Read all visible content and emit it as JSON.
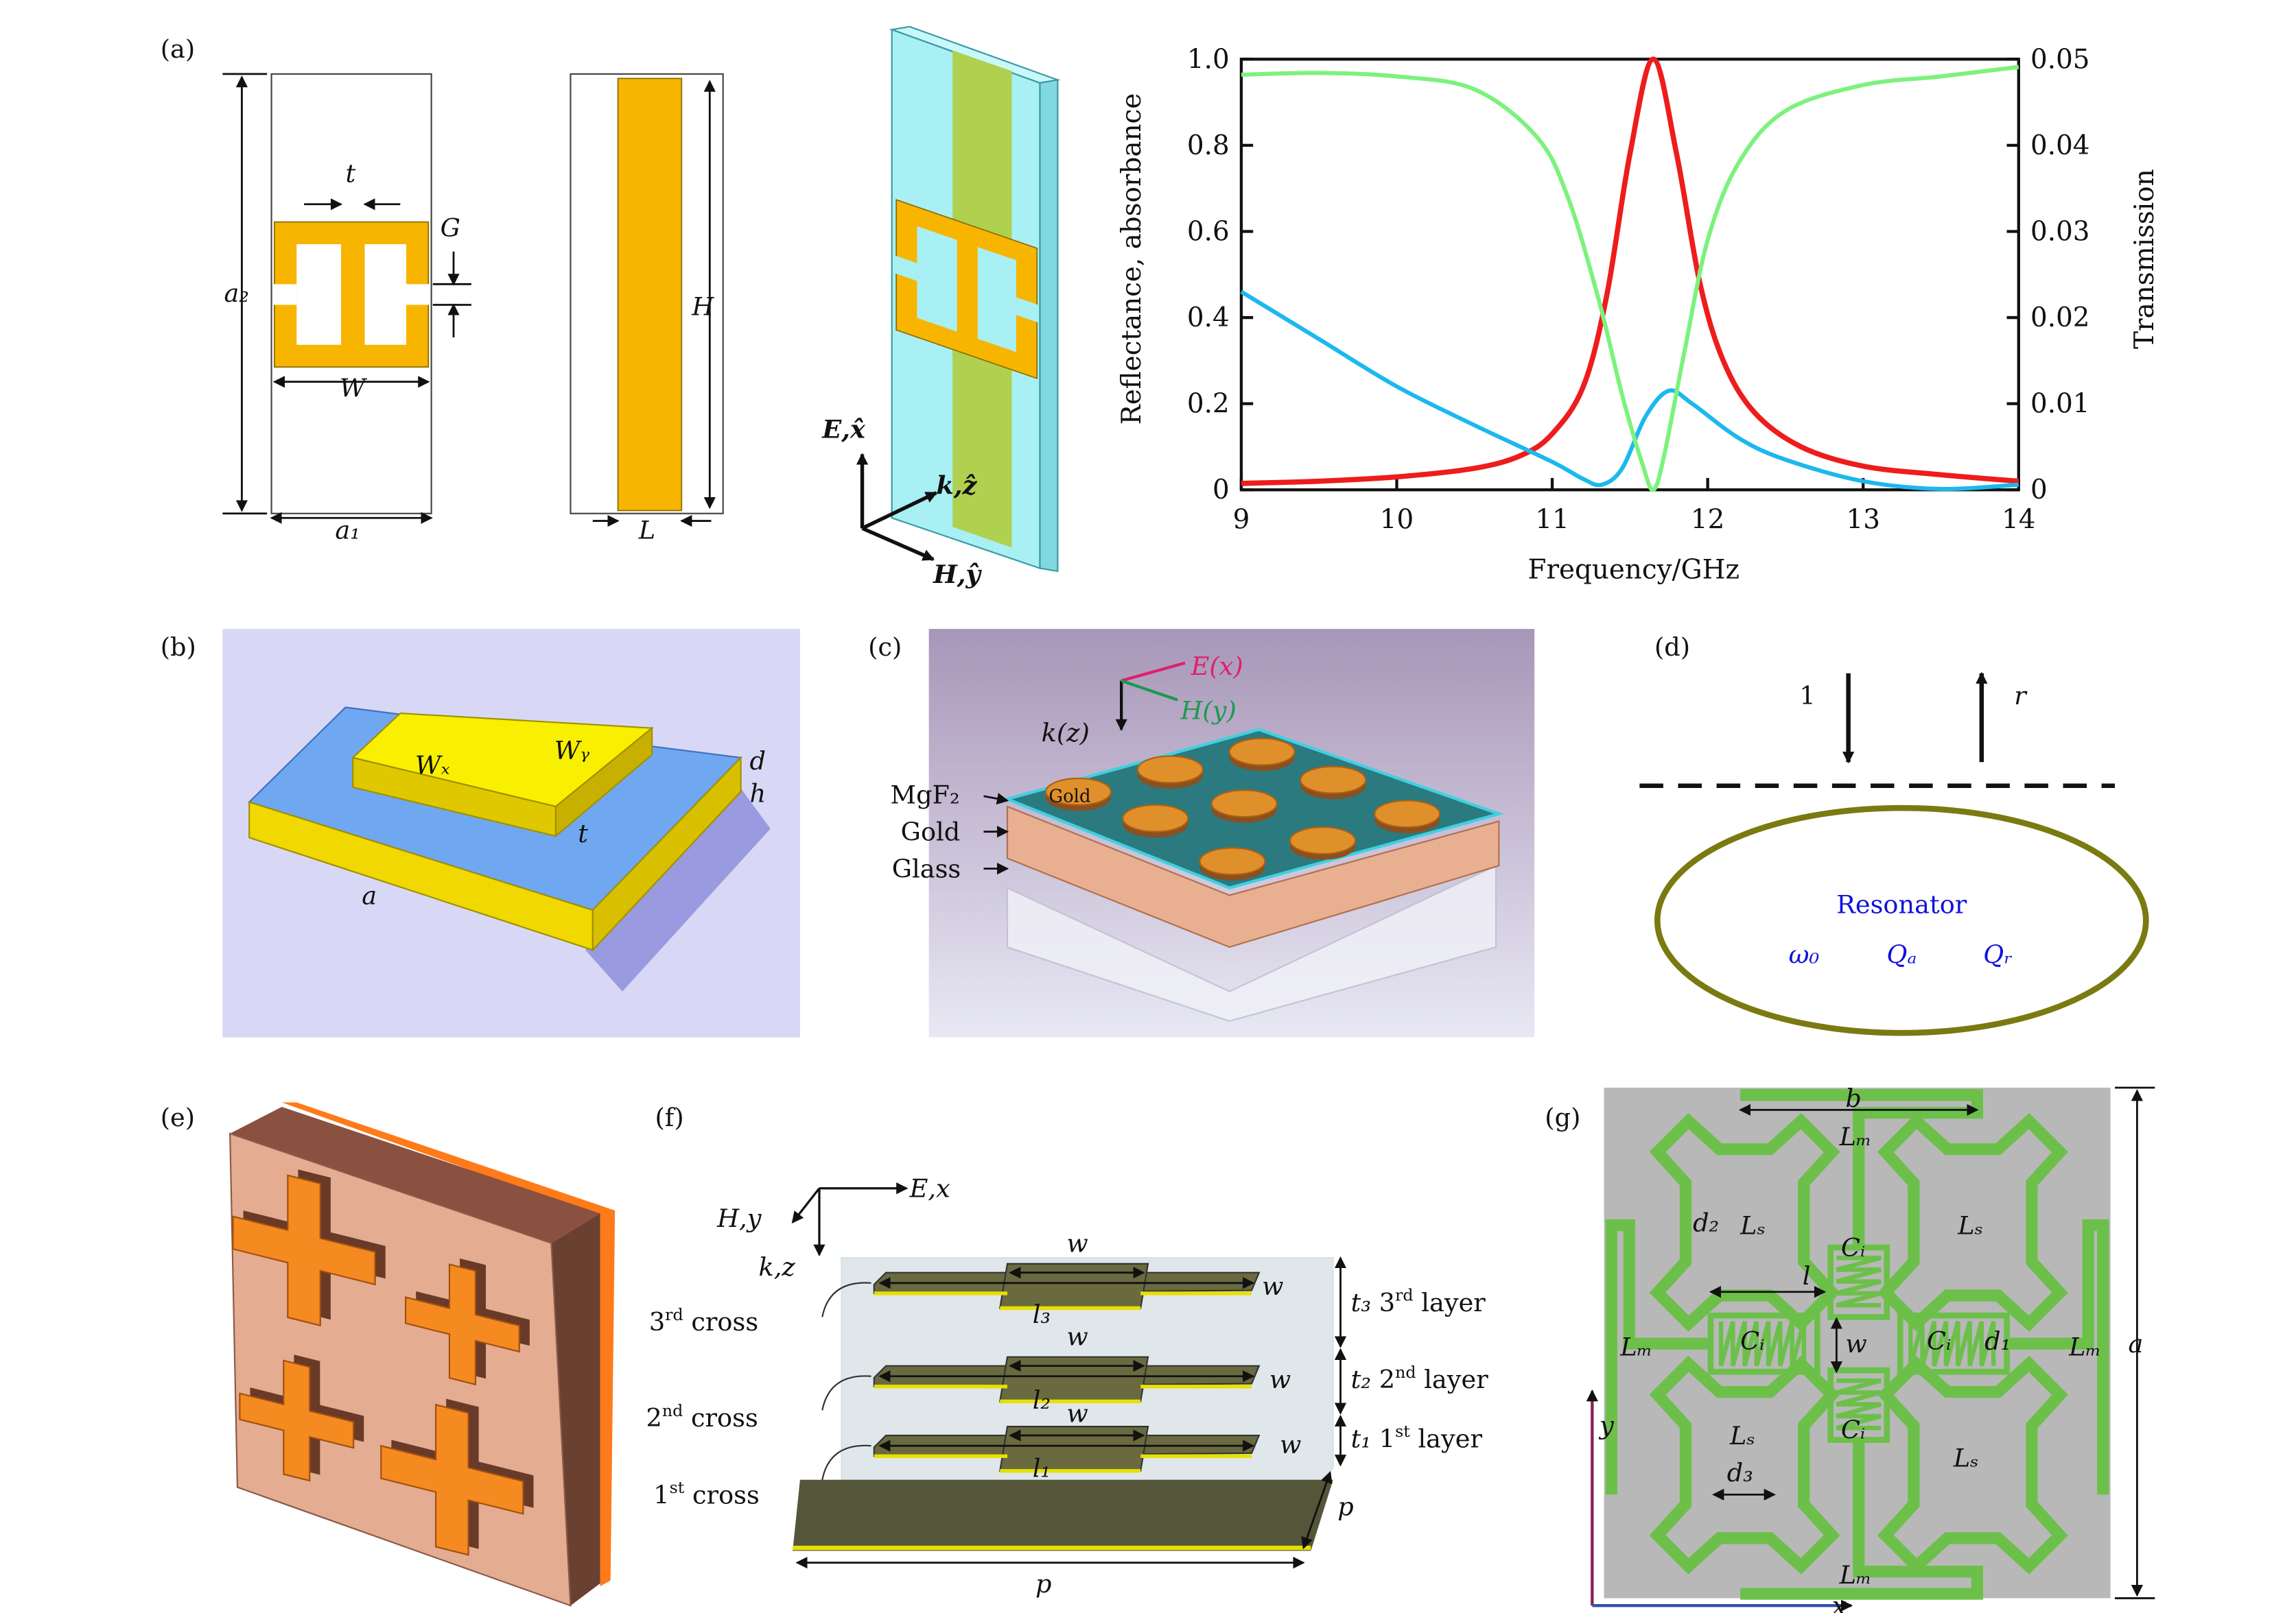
{
  "panels": {
    "a": {
      "label": "(a)",
      "t": "t",
      "G": "G",
      "a2": "a₂",
      "W": "W",
      "a1": "a₁",
      "H": "H",
      "L": "L",
      "E": "E,x̂",
      "k": "k,ẑ",
      "Hy": "H,ŷ"
    },
    "b": {
      "label": "(b)",
      "Wx": "Wₓ",
      "Wy": "Wᵧ",
      "d": "d",
      "h": "h",
      "t": "t",
      "a": "a"
    },
    "c": {
      "label": "(c)",
      "Ex": "E(x)",
      "Hy": "H(y)",
      "kz": "k(z)",
      "mgf2": "MgF₂",
      "gold": "Gold",
      "glass": "Glass",
      "disc_gold": "Gold"
    },
    "d": {
      "label": "(d)",
      "in": "1",
      "out": "r",
      "resonator": "Resonator",
      "w0": "ω₀",
      "Qa": "Qₐ",
      "Qr": "Qᵣ"
    },
    "e": {
      "label": "(e)"
    },
    "f": {
      "label": "(f)",
      "Ex": "E,x",
      "Hy": "H,y",
      "kz": "k,z",
      "w": "w",
      "l3": "l₃",
      "l2": "l₂",
      "l1": "l₁",
      "p": "p",
      "c3": {
        "n": "3",
        "s": "rd",
        "rest": " cross"
      },
      "c2": {
        "n": "2",
        "s": "nd",
        "rest": " cross"
      },
      "c1": {
        "n": "1",
        "s": "st",
        "rest": " cross"
      },
      "L3": {
        "t": "t₃",
        "n": " 3",
        "s": "rd",
        "rest": " layer"
      },
      "L2": {
        "t": "t₂",
        "n": " 2",
        "s": "nd",
        "rest": " layer"
      },
      "L1": {
        "t": "t₁",
        "n": " 1",
        "s": "st",
        "rest": " layer"
      }
    },
    "g": {
      "label": "(g)",
      "b": "b",
      "Lm": "Lₘ",
      "Ls": "Lₛ",
      "Ci": "Cᵢ",
      "d1": "d₁",
      "d2": "d₂",
      "d3": "d₃",
      "l": "l",
      "w": "w",
      "a": "a",
      "x": "x",
      "y": "y"
    }
  },
  "chart_data": {
    "type": "line",
    "title": "",
    "xlabel": "Frequency/GHz",
    "ylabel": "Reflectance, absorbance",
    "ylabel_right": "Transmission",
    "xlim": [
      9,
      14
    ],
    "ylim": [
      0,
      1.0
    ],
    "ylim_right": [
      0,
      0.05
    ],
    "xticks": [
      "9",
      "10",
      "11",
      "12",
      "13",
      "14"
    ],
    "yticks": [
      "0",
      "0.2",
      "0.4",
      "0.6",
      "0.8",
      "1.0"
    ],
    "yticks_right": [
      "0",
      "0.01",
      "0.02",
      "0.03",
      "0.04",
      "0.05"
    ],
    "grid": false,
    "series": [
      {
        "color": "#ee1c1c",
        "axis": "left",
        "x": [
          9,
          9.5,
          10,
          10.5,
          10.8,
          11,
          11.2,
          11.35,
          11.5,
          11.65,
          11.8,
          11.95,
          12.1,
          12.3,
          12.6,
          13,
          13.5,
          14
        ],
        "y": [
          0.015,
          0.02,
          0.03,
          0.05,
          0.08,
          0.13,
          0.24,
          0.45,
          0.78,
          1.0,
          0.78,
          0.48,
          0.3,
          0.18,
          0.1,
          0.055,
          0.035,
          0.02
        ]
      },
      {
        "color": "#1cb8ee",
        "axis": "left",
        "x": [
          9,
          9.5,
          10,
          10.5,
          11,
          11.2,
          11.32,
          11.45,
          11.6,
          11.75,
          11.9,
          12.2,
          12.5,
          13,
          13.5,
          14
        ],
        "y": [
          0.46,
          0.35,
          0.24,
          0.15,
          0.065,
          0.025,
          0.012,
          0.05,
          0.17,
          0.23,
          0.2,
          0.12,
          0.07,
          0.02,
          0.002,
          0.012
        ]
      },
      {
        "color": "#7cf27c",
        "axis": "right",
        "x": [
          9,
          9.5,
          10,
          10.5,
          10.9,
          11.1,
          11.3,
          11.45,
          11.58,
          11.65,
          11.72,
          11.85,
          12.0,
          12.2,
          12.5,
          13,
          13.5,
          14
        ],
        "y": [
          0.0482,
          0.0484,
          0.048,
          0.0465,
          0.041,
          0.034,
          0.022,
          0.011,
          0.003,
          0.0,
          0.004,
          0.016,
          0.029,
          0.038,
          0.044,
          0.047,
          0.048,
          0.0491
        ]
      }
    ]
  },
  "colors": {
    "gold": "#f7b500",
    "cyan": "#a8f0f4",
    "green_strip": "#b0d050",
    "resonator": "#7a7a10",
    "blue_text": "#1010e0",
    "g_trace": "#6cc04a",
    "g_bg": "#b8b8b8"
  }
}
